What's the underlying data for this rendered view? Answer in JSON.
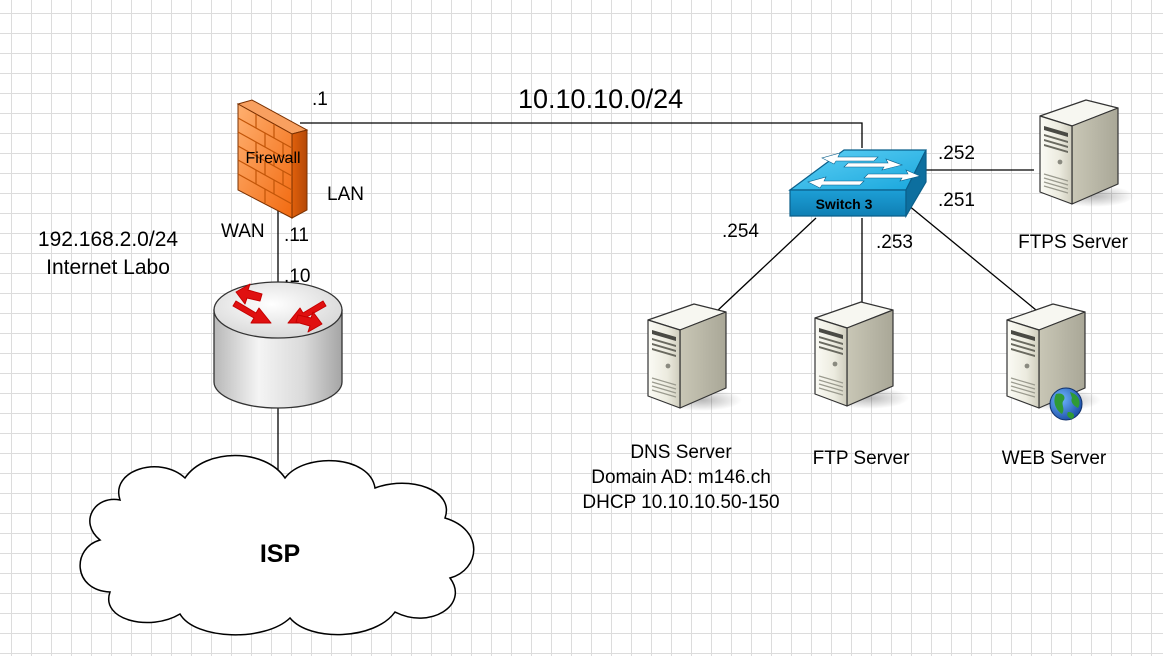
{
  "network": {
    "lan_subnet": "10.10.10.0/24",
    "wan_subnet_line1": "192.168.2.0/24",
    "wan_subnet_line2": "Internet Labo"
  },
  "firewall": {
    "label": "Firewall",
    "lan_port_label": "LAN",
    "wan_port_label": "WAN",
    "lan_ip": ".1",
    "wan_ip": ".11"
  },
  "router": {
    "ip": ".10",
    "icon": "router-icon"
  },
  "isp": {
    "label": "ISP",
    "icon": "cloud-icon"
  },
  "switch": {
    "label": "Switch 3",
    "icon": "switch-icon"
  },
  "servers": {
    "dns": {
      "ip": ".254",
      "line1": "DNS Server",
      "line2": "Domain AD: m146.ch",
      "line3": "DHCP 10.10.10.50-150"
    },
    "ftp": {
      "ip": ".253",
      "label": "FTP Server"
    },
    "web": {
      "ip": ".251",
      "label": "WEB Server"
    },
    "ftps": {
      "ip": ".252",
      "label": "FTPS Server"
    }
  }
}
